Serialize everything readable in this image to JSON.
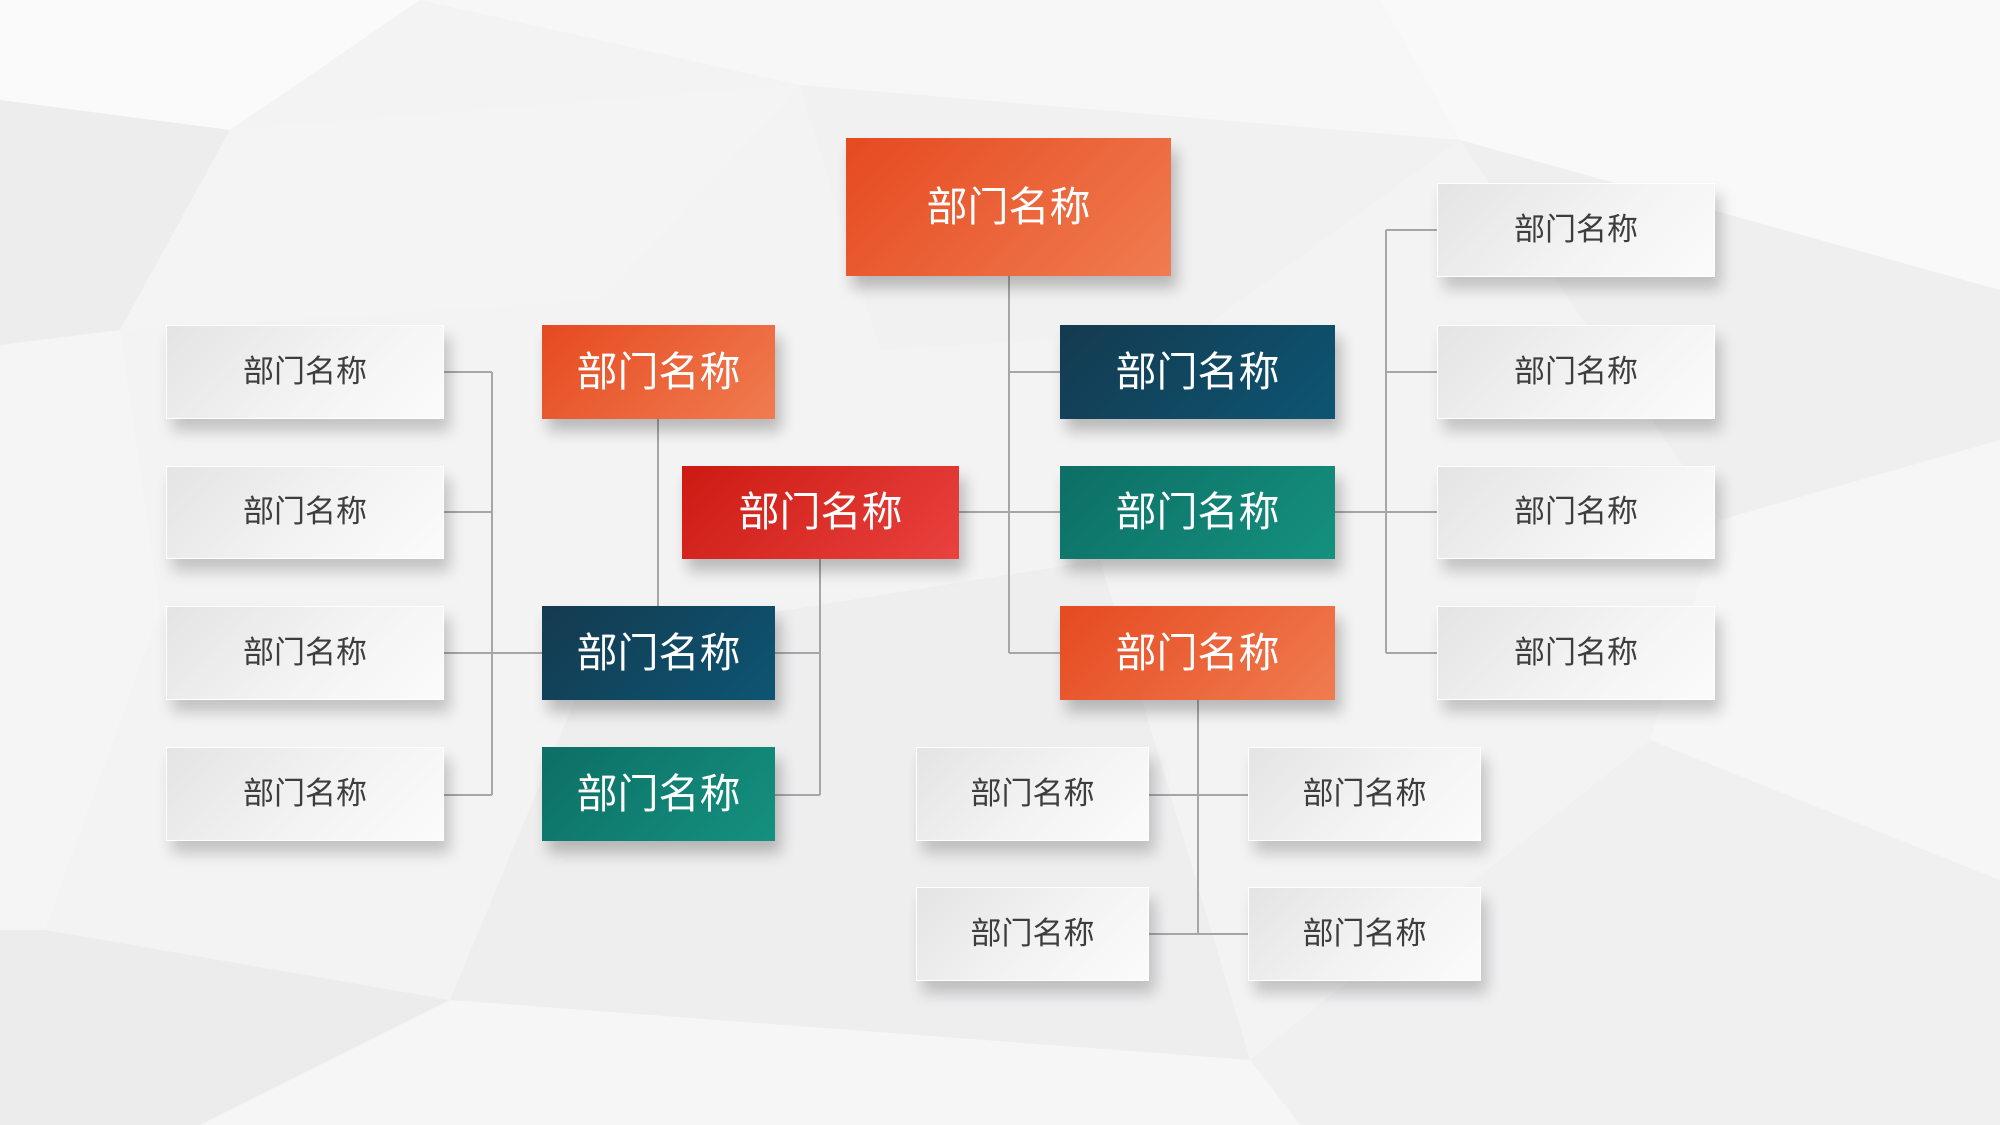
{
  "colors": {
    "orange": "#E9542A",
    "red": "#D9261C",
    "navy": "#0F4560",
    "teal": "#0E8575",
    "minor_text": "#3D3D3D",
    "connector": "#A6A6A6"
  },
  "nodes": {
    "root": "部门名称",
    "center": "部门名称",
    "left_upper": "部门名称",
    "left_middle": "部门名称",
    "left_lower": "部门名称",
    "right_first": "部门名称",
    "right_second": "部门名称",
    "right_third": "部门名称",
    "far_left": [
      "部门名称",
      "部门名称",
      "部门名称",
      "部门名称"
    ],
    "far_right": [
      "部门名称",
      "部门名称",
      "部门名称",
      "部门名称"
    ],
    "bottom": [
      "部门名称",
      "部门名称",
      "部门名称",
      "部门名称"
    ]
  }
}
